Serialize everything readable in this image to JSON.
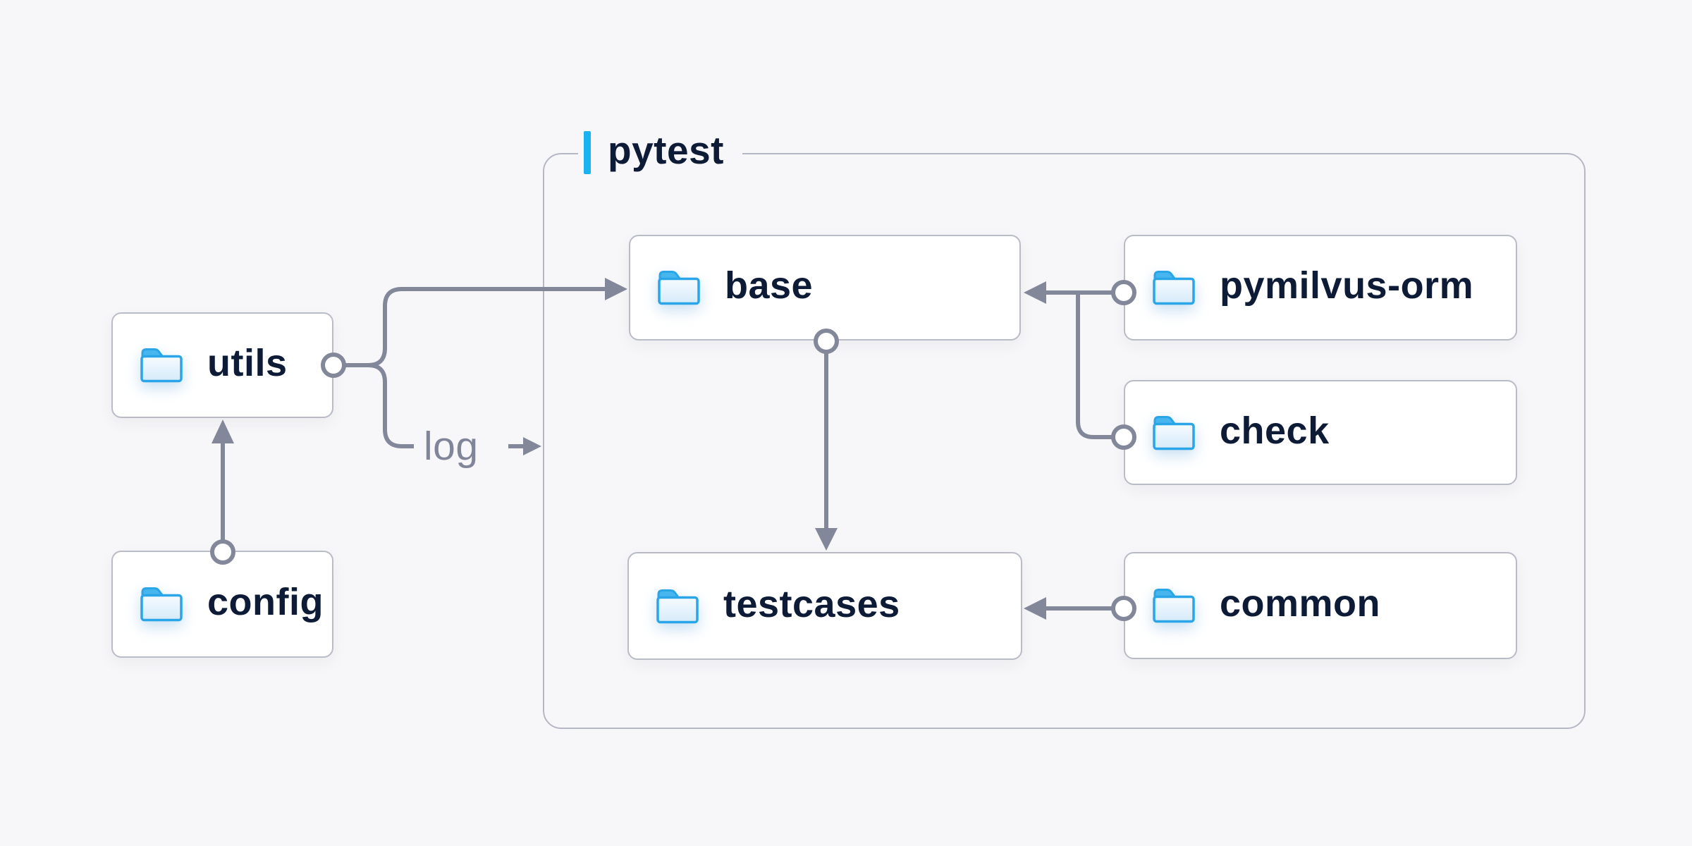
{
  "diagram": {
    "group": {
      "label": "pytest"
    },
    "edge_label": "log",
    "nodes": [
      {
        "id": "utils",
        "label": "utils"
      },
      {
        "id": "config",
        "label": "config"
      },
      {
        "id": "base",
        "label": "base"
      },
      {
        "id": "pymilvus-orm",
        "label": "pymilvus-orm"
      },
      {
        "id": "check",
        "label": "check"
      },
      {
        "id": "testcases",
        "label": "testcases"
      },
      {
        "id": "common",
        "label": "common"
      }
    ],
    "edges": [
      {
        "from": "config",
        "to": "utils"
      },
      {
        "from": "utils",
        "to": "base"
      },
      {
        "from": "utils",
        "to": "log"
      },
      {
        "from": "base",
        "to": "testcases"
      },
      {
        "from": "pymilvus-orm",
        "to": "base"
      },
      {
        "from": "check",
        "to": "base"
      },
      {
        "from": "common",
        "to": "testcases"
      }
    ],
    "colors": {
      "background": "#f7f7f9",
      "accent_blue": "#18b3f0",
      "folder_blue": "#2aa5e8",
      "folder_tab_blue": "#47b5ee",
      "text_navy": "#0e1b36",
      "line_gray": "#83879a",
      "border_gray": "#b9bcc7"
    }
  }
}
